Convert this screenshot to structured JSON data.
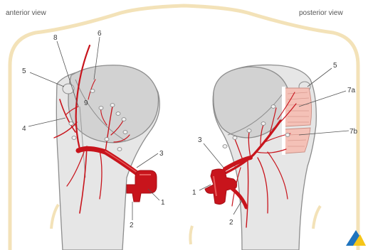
{
  "views": {
    "anterior": {
      "title": "anterior view"
    },
    "posterior": {
      "title": "posterior view"
    }
  },
  "labels": {
    "anterior": [
      "8",
      "6",
      "5",
      "9",
      "4",
      "3",
      "1",
      "2"
    ],
    "posterior": [
      "5",
      "7a",
      "3",
      "7b",
      "1",
      "2"
    ]
  },
  "colors": {
    "bone_fill": "#e6e6e6",
    "head_fill": "#d2d2d2",
    "outline": "#8d8d8d",
    "skin_outline": "#f3e2b8",
    "artery": "#c8141c",
    "artery_dark": "#a50f16",
    "muscle": "#f4c1b7",
    "logo_blue": "#1e73be",
    "logo_yellow": "#f5c518"
  }
}
